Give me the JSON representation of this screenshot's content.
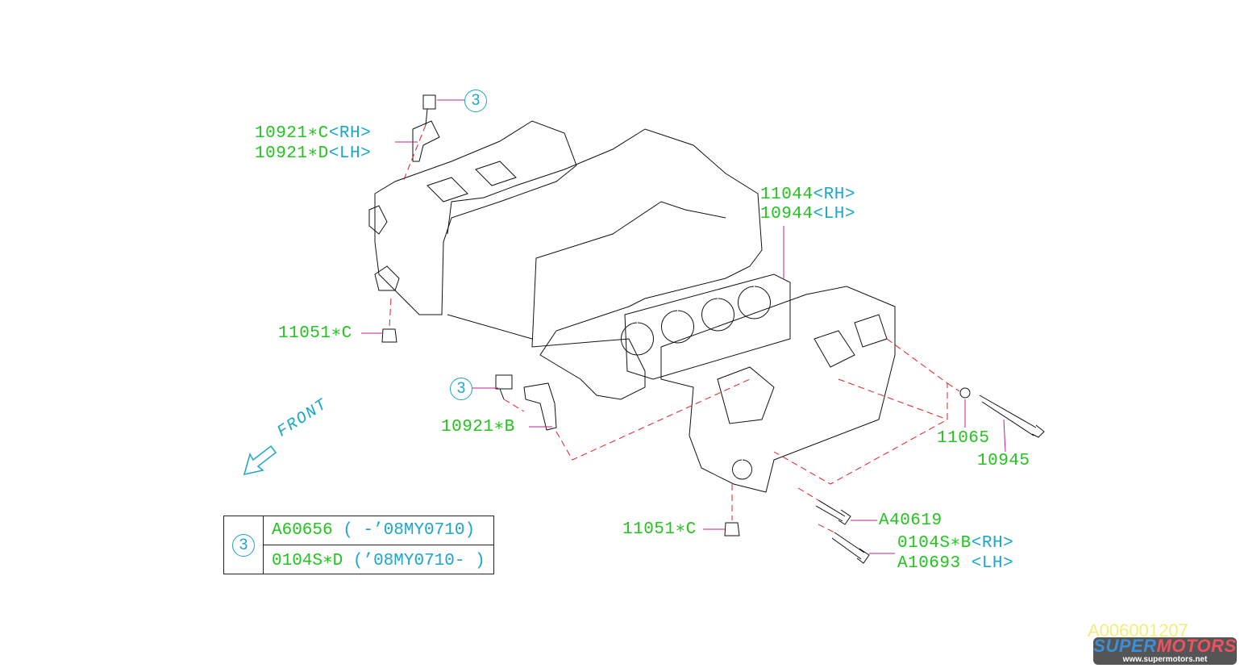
{
  "labels": {
    "p10921c": {
      "part": "10921∗C",
      "side": "<RH>"
    },
    "p10921d": {
      "part": "10921∗D",
      "side": "<LH>"
    },
    "p11044": {
      "part": "11044",
      "side": "<RH>"
    },
    "p10944": {
      "part": "10944",
      "side": "<LH>"
    },
    "p11051c_top": {
      "part": "11051∗C"
    },
    "p10921b": {
      "part": "10921∗B"
    },
    "p11065": {
      "part": "11065"
    },
    "p10945": {
      "part": "10945"
    },
    "p11051c_bottom": {
      "part": "11051∗C"
    },
    "pA40619": {
      "part": "A40619"
    },
    "p0104sb": {
      "part": "0104S∗B",
      "side": "<RH>"
    },
    "pA10693": {
      "part": "A10693",
      "side": " <LH>"
    }
  },
  "callout_ref": "3",
  "front_label": "FRONT",
  "legend": {
    "ref": "3",
    "rows": [
      {
        "part": "A60656",
        "note": " ( -’08MY0710)"
      },
      {
        "part": "0104S∗D",
        "note": " (’08MY0710- )"
      }
    ]
  },
  "diagram_id": "A006001207",
  "watermark": {
    "brand_a": "SUPER",
    "brand_b": "MOTORS",
    "url": "www.supermotors.net"
  },
  "colors": {
    "part": "#22c41e",
    "suffix": "#1aa7c9",
    "leader": "#c0208f",
    "hidden": "#e02020",
    "outline": "#111111"
  }
}
